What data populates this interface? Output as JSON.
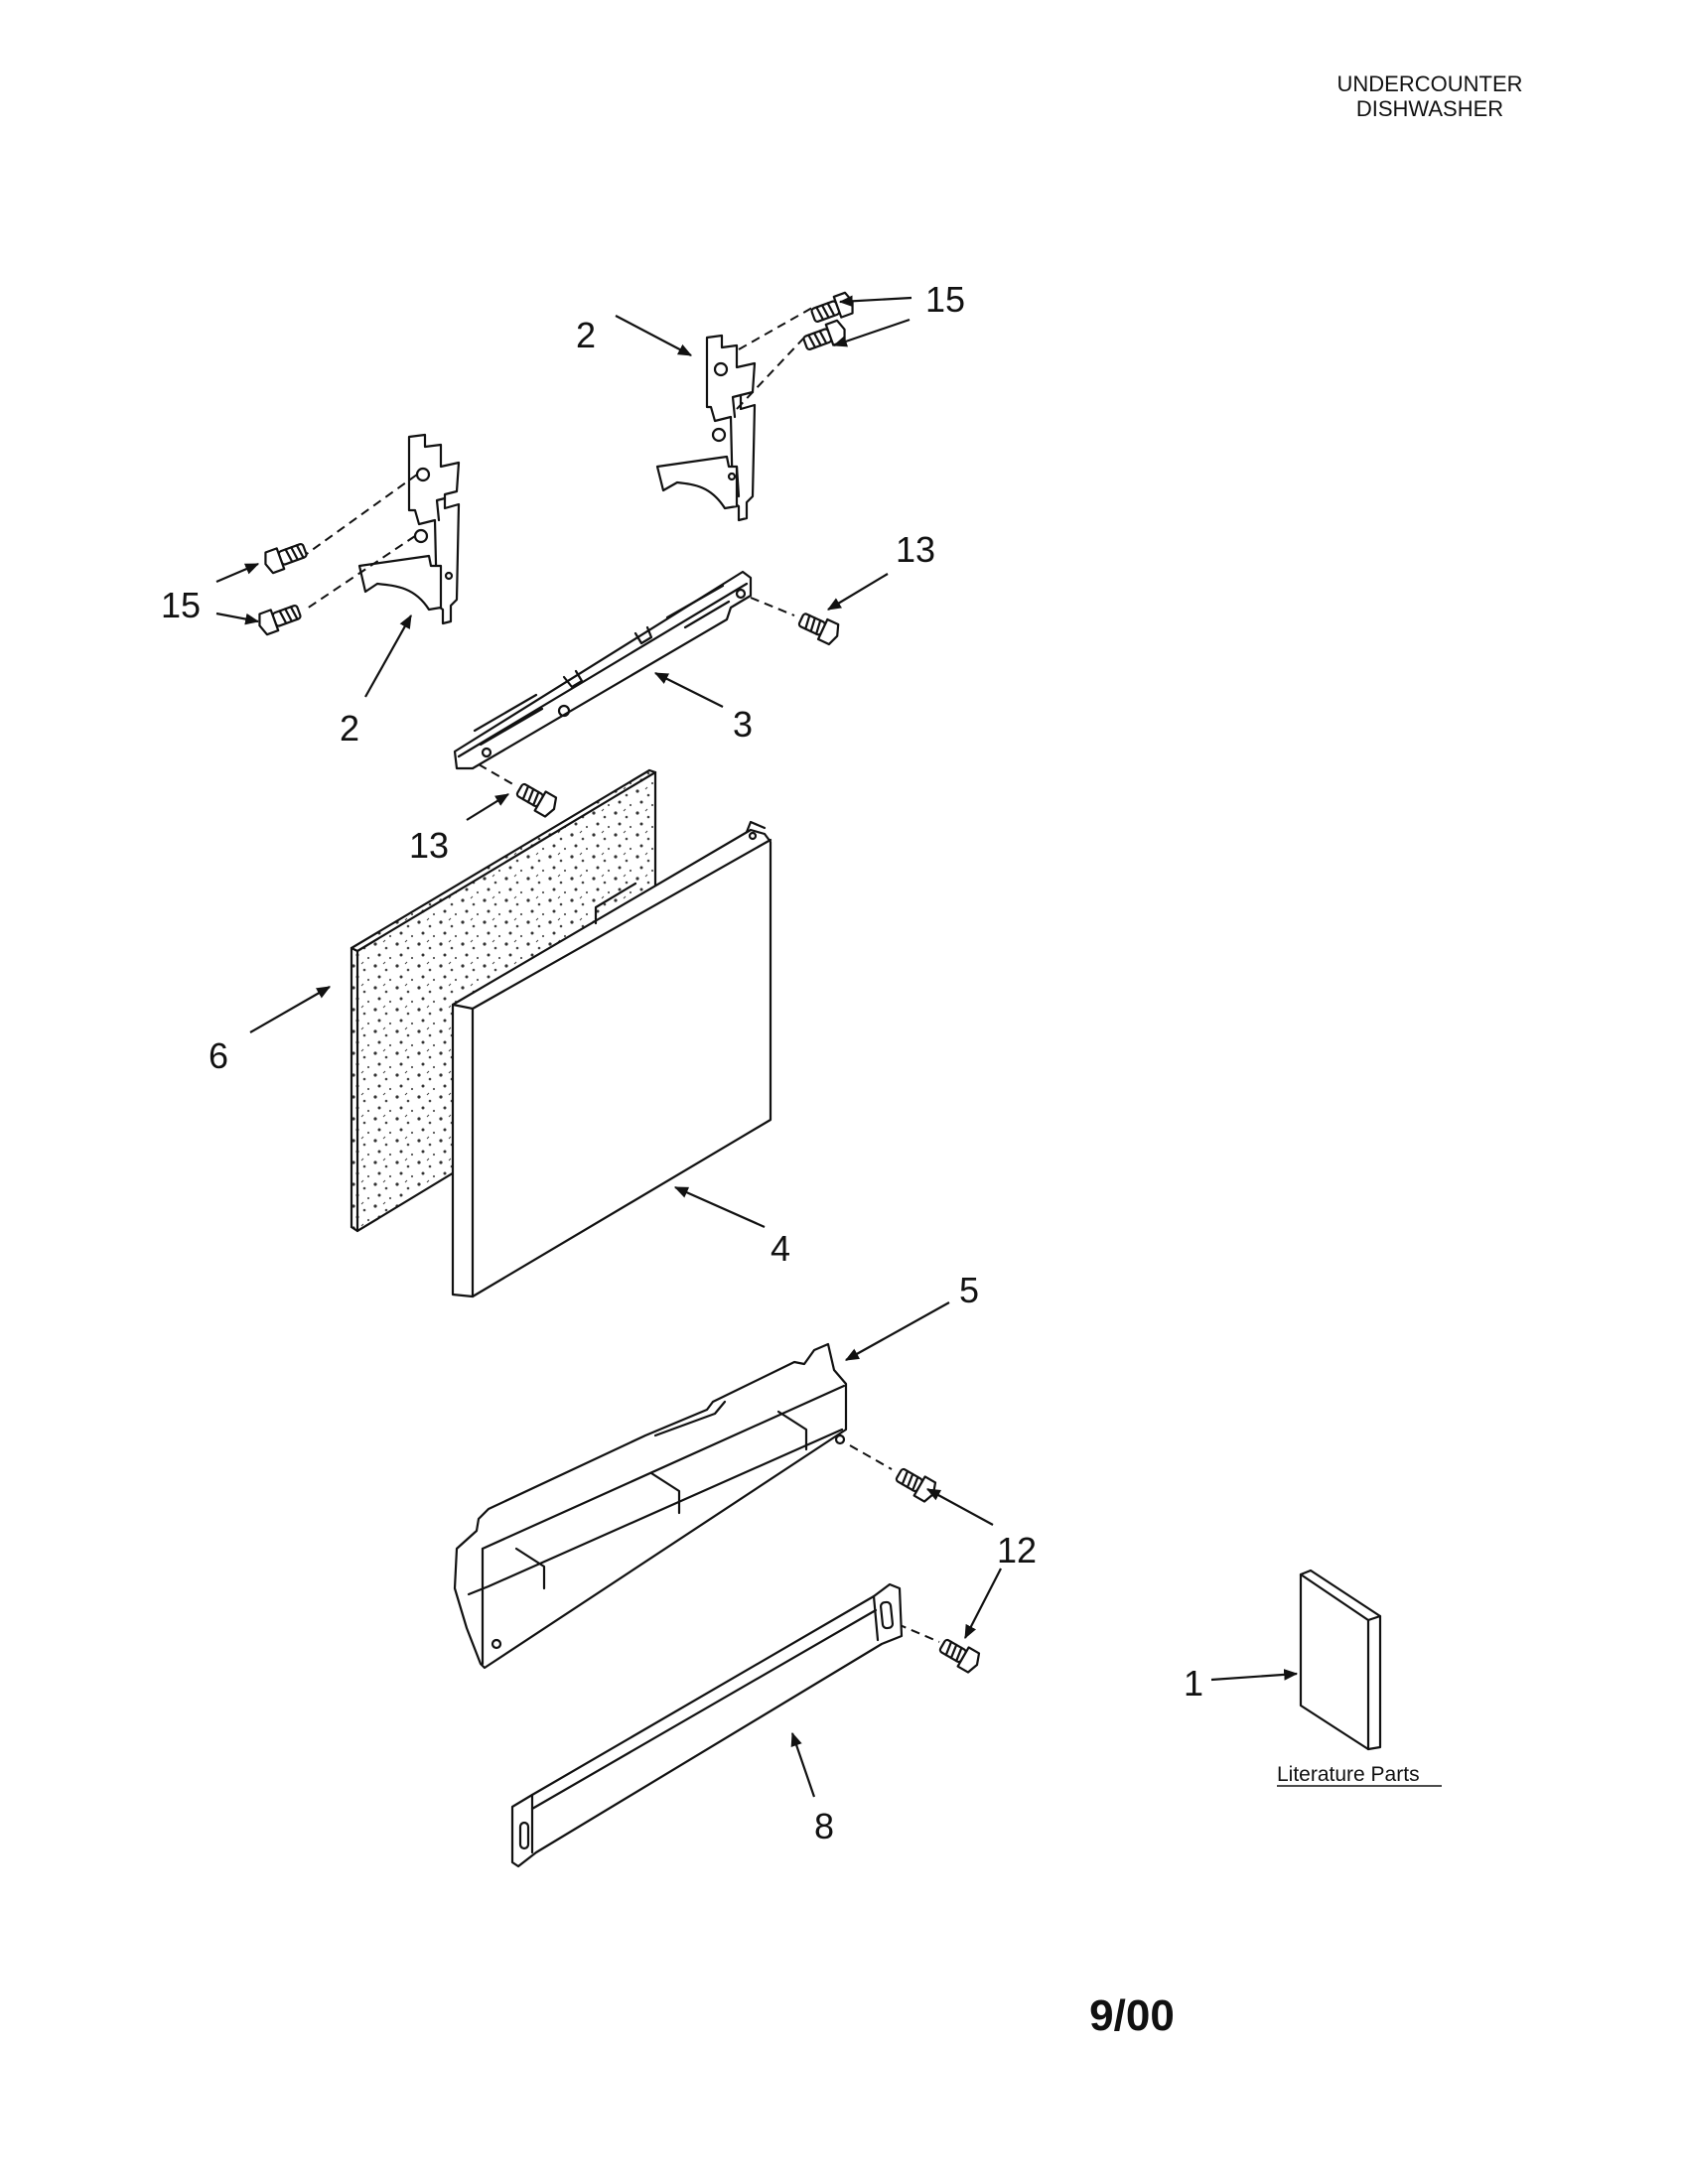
{
  "header": {
    "line1": "UNDERCOUNTER",
    "line2": "DISHWASHER"
  },
  "footer": {
    "date": "9/00"
  },
  "callouts": {
    "c15a": "15",
    "c2a": "2",
    "c15b": "15",
    "c2b": "2",
    "c13a": "13",
    "c3": "3",
    "c13b": "13",
    "c6": "6",
    "c4": "4",
    "c5": "5",
    "c12": "12",
    "c1": "1",
    "c8": "8"
  },
  "literature": {
    "caption": "Literature Parts"
  },
  "colors": {
    "ink": "#111111",
    "paper": "#ffffff"
  }
}
